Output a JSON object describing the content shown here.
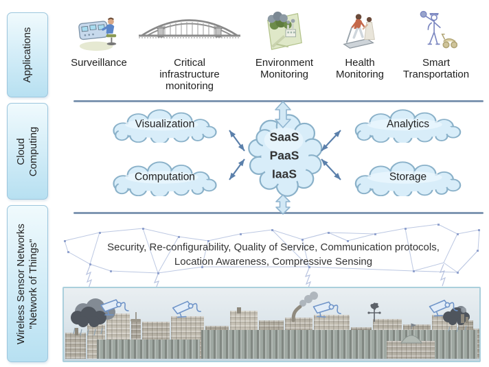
{
  "sidebar": {
    "applications": {
      "lines": [
        "Applications"
      ]
    },
    "cloud": {
      "lines": [
        "Cloud",
        "Computing"
      ]
    },
    "wsn": {
      "lines": [
        "Wireless Sensor Networks",
        "\"Network of Things\""
      ]
    }
  },
  "applications": {
    "items": [
      {
        "label": "Surveillance",
        "icon": "surveillance-console-icon"
      },
      {
        "label": "Critical infrastructure monitoring",
        "icon": "bridge-icon"
      },
      {
        "label": "Environment Monitoring",
        "icon": "environment-icon"
      },
      {
        "label": "Health Monitoring",
        "icon": "health-treadmill-icon"
      },
      {
        "label": "Smart Transportation",
        "icon": "traffic-officer-scooter-icon"
      }
    ]
  },
  "cloud_layer": {
    "left_clouds": [
      {
        "label": "Visualization"
      },
      {
        "label": "Computation"
      }
    ],
    "right_clouds": [
      {
        "label": "Analytics"
      },
      {
        "label": "Storage"
      }
    ],
    "center_cloud": {
      "lines": [
        "SaaS",
        "PaaS",
        "IaaS"
      ]
    }
  },
  "wsn_layer": {
    "caption_line1": "Security, Re-configurability, Quality of Service, Communication protocols,",
    "caption_line2": "Location Awareness, Compressive Sensing"
  },
  "colors": {
    "sidebar_border": "#9cc6dd",
    "sidebar_fill_top": "#eaf7fd",
    "sidebar_fill_bottom": "#b7e0f1",
    "divider": "#7e96b1",
    "cloud_fill": "#d8edf9",
    "cloud_stroke": "#8ab1c9",
    "arrow": "#5b80ab",
    "mesh": "#9fb0d6",
    "text": "#2e2e2e"
  }
}
